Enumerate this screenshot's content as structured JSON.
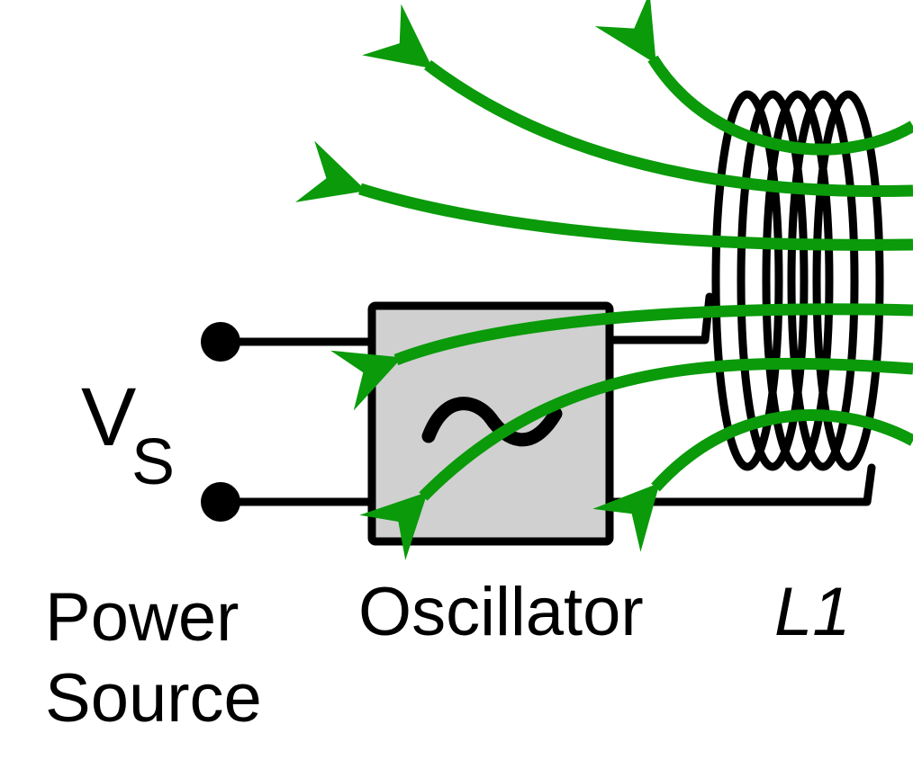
{
  "colors": {
    "field": "#0a9a0a",
    "oscillator_fill": "#d0d0d0",
    "wire": "#000000"
  },
  "labels": {
    "voltage_main": "V",
    "voltage_sub": "S",
    "power_line1": "Power",
    "power_line2": "Source",
    "oscillator": "Oscillator",
    "coil": "L1"
  },
  "icons": {
    "oscillator_symbol": "sine-wave-icon"
  }
}
